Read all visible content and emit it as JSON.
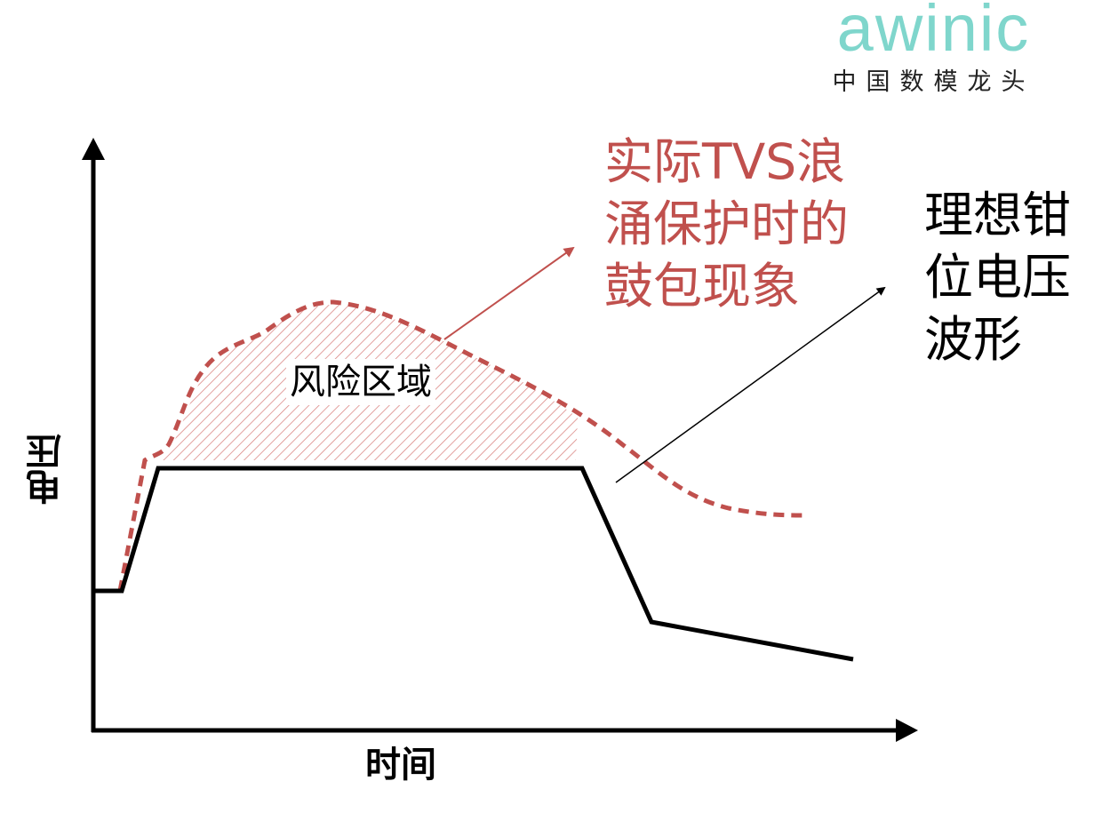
{
  "logo": {
    "wordmark": "awinic",
    "tagline": "中国数模龙头"
  },
  "labels": {
    "actual": "实际TVS浪\n涌保护时的\n鼓包现象",
    "ideal": "理想钳\n位电压\n波形",
    "risk_zone": "风险区域",
    "y_axis": "电压",
    "x_axis": "时间"
  },
  "colors": {
    "actual": "#c0504d",
    "ideal": "#000000",
    "logo": "#7fd6cc"
  }
}
